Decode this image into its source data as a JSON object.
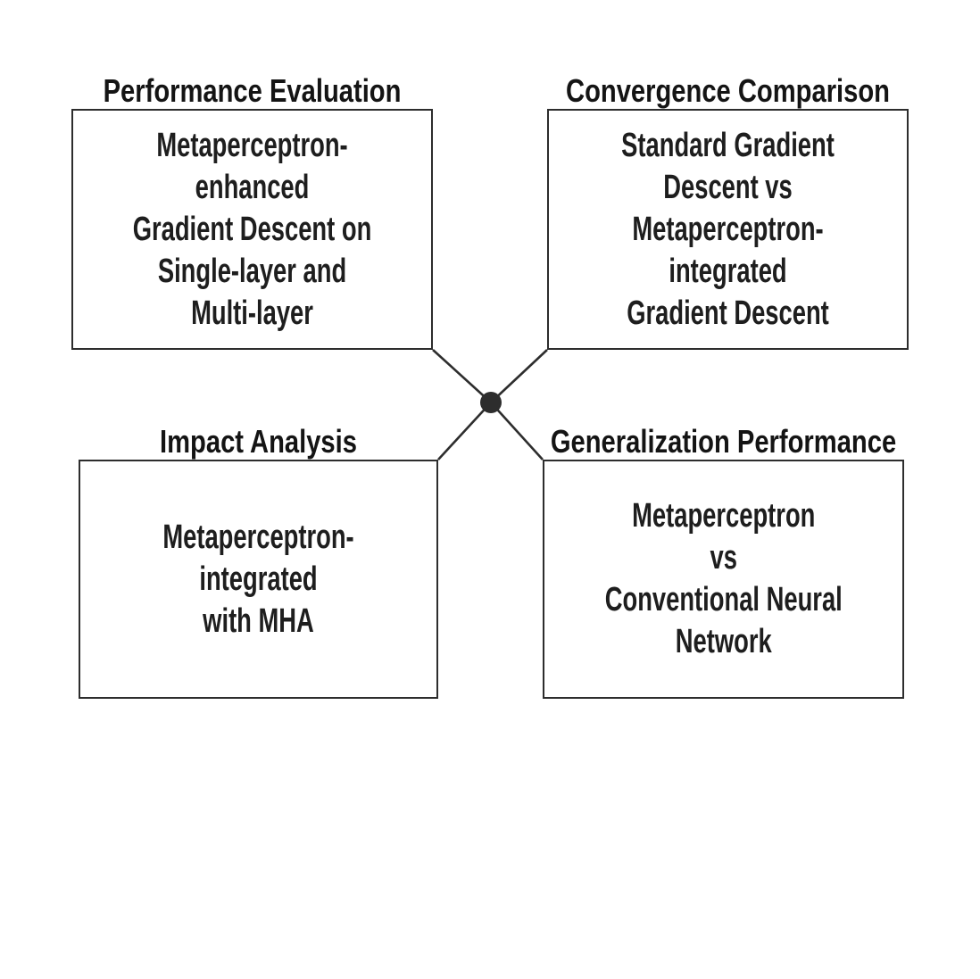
{
  "colors": {
    "ink": "#2d2d2d",
    "text": "#1e1e1e",
    "background": "#ffffff"
  },
  "diagram": {
    "nodes": [
      {
        "title": "Performance Evaluation",
        "body": "Metaperceptron-enhanced\nGradient Descent on\nSingle-layer and\nMulti-layer"
      },
      {
        "title": "Convergence Comparison",
        "body": "Standard Gradient\nDescent vs\nMetaperceptron-integrated\nGradient Descent"
      },
      {
        "title": "Impact Analysis",
        "body": "Metaperceptron-integrated\nwith MHA"
      },
      {
        "title": "Generalization Performance",
        "body": "Metaperceptron\nvs\nConventional Neural\nNetwork"
      }
    ]
  }
}
